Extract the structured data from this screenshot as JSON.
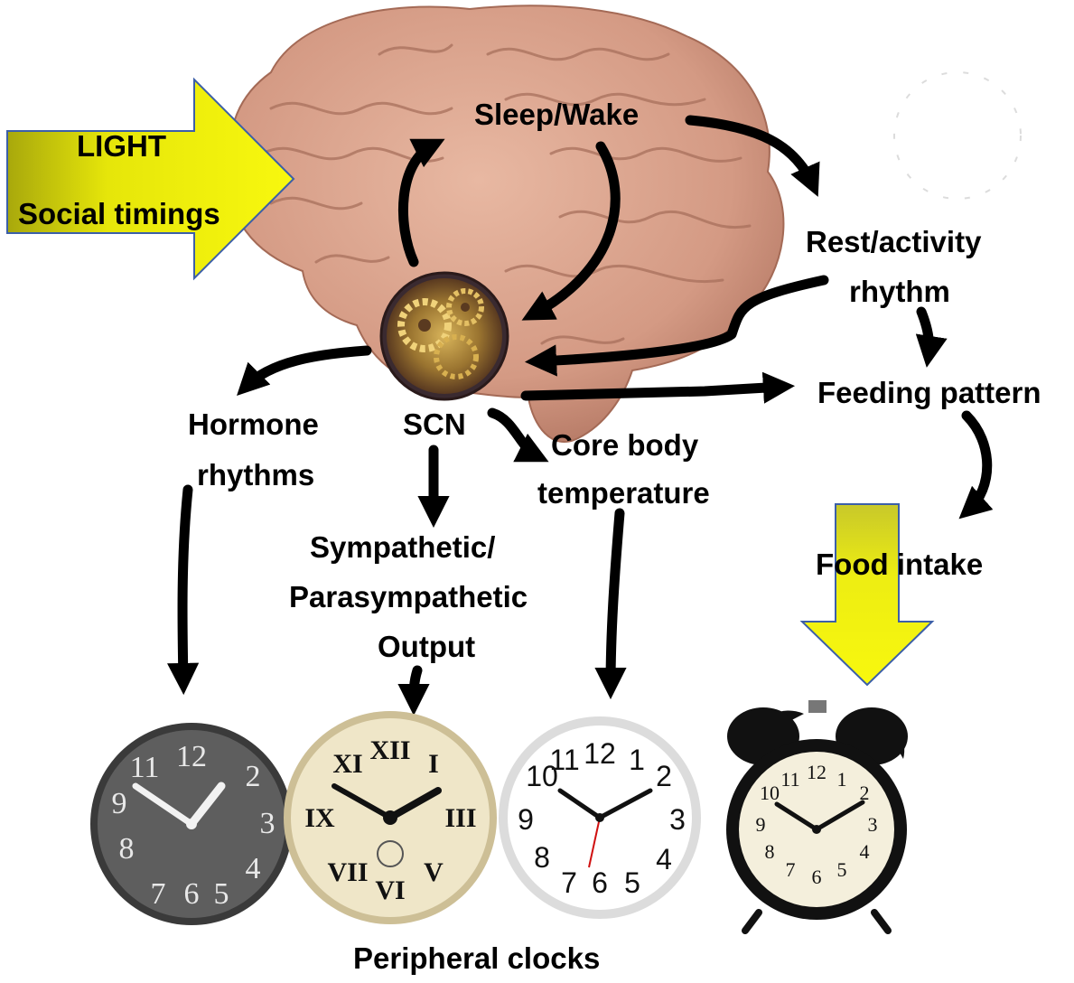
{
  "colors": {
    "arrow": "#000000",
    "input_arrow_fill": "#f3f30a",
    "input_arrow_stroke": "#3c5fa8",
    "brain": "#d9a089",
    "brain_shadow": "#b97b66",
    "scn_gear": "#b08a3a"
  },
  "inputs": {
    "light": "LIGHT",
    "social": "Social timings"
  },
  "labels": {
    "sleep_wake": "Sleep/Wake",
    "rest_activity_1": "Rest/activity",
    "rest_activity_2": "rhythm",
    "feeding": "Feeding pattern",
    "food_intake": "Food intake",
    "hormone_1": "Hormone",
    "hormone_2": "rhythms",
    "scn": "SCN",
    "core_body_1": "Core body",
    "core_body_2": "temperature",
    "autonomic_1": "Sympathetic/",
    "autonomic_2": "Parasympathetic",
    "autonomic_3": "Output",
    "footer": "Peripheral clocks"
  },
  "clocks": [
    {
      "style": "grey-vintage",
      "face": "#5e5e5e",
      "numeral_color": "#e8e8e8"
    },
    {
      "style": "cream-roman",
      "face": "#efe6c8",
      "numeral_color": "#111111"
    },
    {
      "style": "white-wall",
      "face": "#ffffff",
      "numeral_color": "#111111"
    },
    {
      "style": "black-alarm",
      "face": "#f4efdc",
      "numeral_color": "#111111"
    }
  ]
}
